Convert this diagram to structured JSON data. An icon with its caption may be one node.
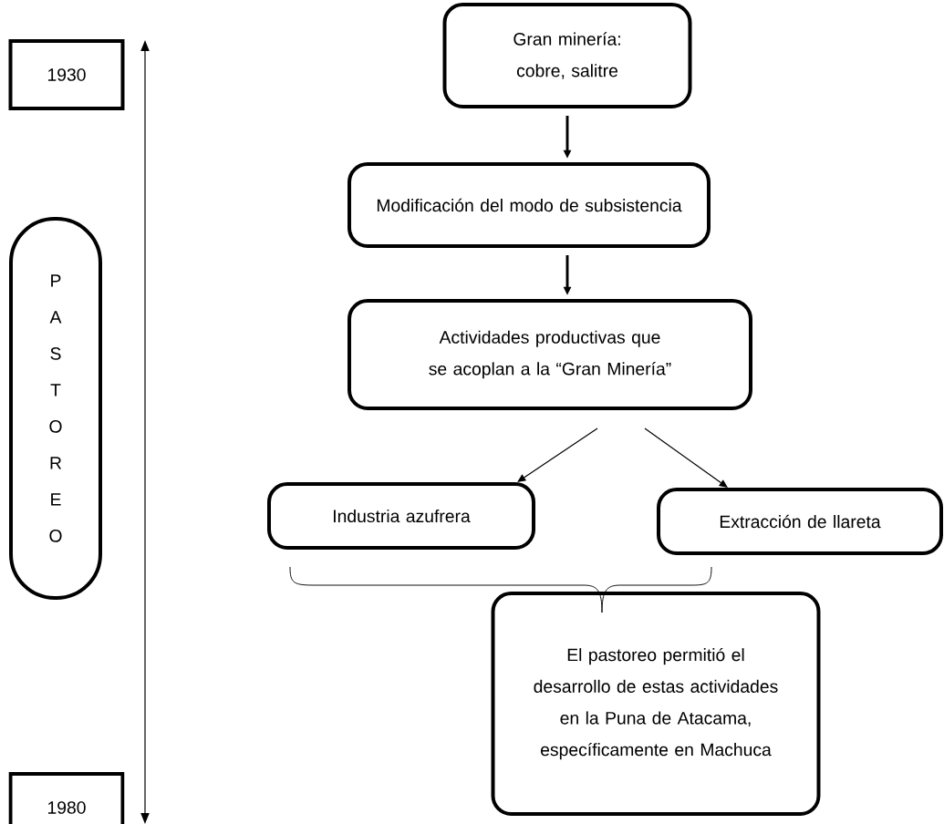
{
  "diagram": {
    "nodes": [
      {
        "text": [
          "1930"
        ]
      },
      {
        "text": [
          "PASTOREO"
        ]
      },
      {
        "text": [
          "1980"
        ]
      },
      {
        "text": [
          "Gran minería: cobre, salitre"
        ]
      },
      {
        "text": [
          "Modificación del modo de subsistencia"
        ]
      },
      {
        "text": [
          "Actividades productivas que se acoplan a la “Gran Minería”"
        ]
      },
      {
        "text": [
          "Industria azufrera"
        ]
      },
      {
        "text": [
          "Extracción de llareta"
        ]
      },
      {
        "text": [
          "El pastoreo permitió el desarrollo de estas actividades en la Puna de Atacama, específicamente en Machuca"
        ]
      }
    ],
    "edges": [
      {
        "from": 3,
        "to": 4,
        "arrow": "to",
        "style": "thick"
      },
      {
        "from": 4,
        "to": 5,
        "arrow": "to",
        "style": "thick"
      },
      {
        "from": 5,
        "to": 6,
        "arrow": "to"
      },
      {
        "from": 5,
        "to": 7,
        "arrow": "to"
      }
    ]
  }
}
